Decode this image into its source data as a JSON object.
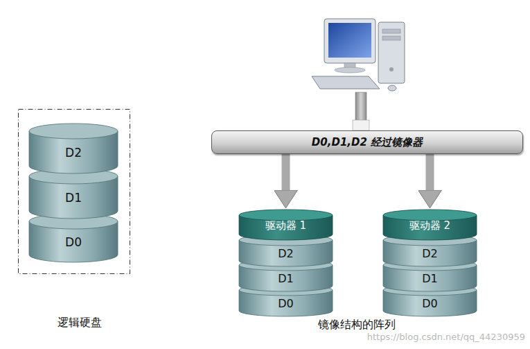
{
  "diagram": {
    "nodes": [
      {
        "text": [
          "D2"
        ]
      },
      {
        "text": [
          "D1"
        ]
      },
      {
        "text": [
          "D0"
        ]
      },
      {
        "text": [
          "D0,D1,D2 经过镜像器"
        ]
      },
      {
        "text": [
          "驱动器 1"
        ]
      },
      {
        "text": [
          "D2"
        ],
        "in": 4
      },
      {
        "text": [
          "D1"
        ],
        "in": 4
      },
      {
        "text": [
          "D0"
        ],
        "in": 4
      },
      {
        "text": [
          "驱动器 2"
        ]
      },
      {
        "text": [
          "D2"
        ],
        "in": 8
      },
      {
        "text": [
          "D1"
        ],
        "in": 8
      },
      {
        "text": [
          "D0"
        ],
        "in": 8
      }
    ],
    "edges": [
      {
        "from": 3,
        "to": 4,
        "arrow": "to"
      },
      {
        "from": 3,
        "to": 8,
        "arrow": "to"
      }
    ],
    "labels": [
      "逻辑硬盘",
      "镜像结构的阵列",
      "https://blog.csdn.net/qq_44230959"
    ]
  }
}
